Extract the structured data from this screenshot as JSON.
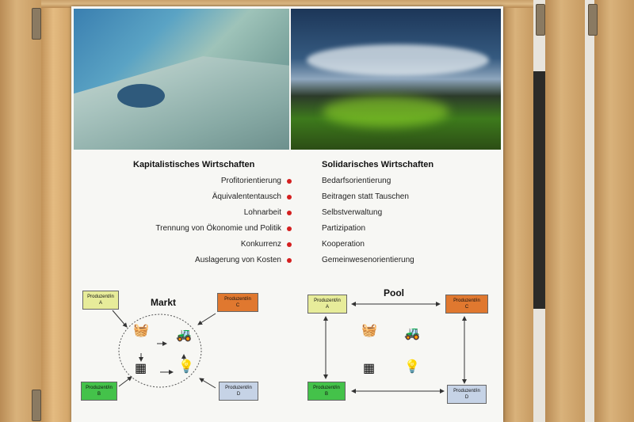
{
  "left_column": {
    "title": "Kapitalistisches Wirtschaften",
    "items": [
      "Profitorientierung",
      "Äquivalententausch",
      "Lohnarbeit",
      "Trennung von Ökonomie und Politik",
      "Konkurrenz",
      "Auslagerung von Kosten"
    ]
  },
  "right_column": {
    "title": "Solidarisches Wirtschaften",
    "items": [
      "Bedarfsorientierung",
      "Beitragen statt Tauschen",
      "Selbstverwaltung",
      "Partizipation",
      "Kooperation",
      "Gemeinwesenorientierung"
    ]
  },
  "market": {
    "title": "Markt",
    "producers": {
      "a": "Produzent/in\nA",
      "b": "Produzent/in\nB",
      "c": "Produzent/in\nC",
      "d": "Produzent/in\nD"
    }
  },
  "pool": {
    "title": "Pool",
    "producers": {
      "a": "Produzent/in\nA",
      "b": "Produzent/in\nB",
      "c": "Produzent/in\nC",
      "d": "Produzent/in\nD"
    }
  },
  "colors": {
    "accent_dot": "#d41f1f",
    "producer_a": "#e7ec9a",
    "producer_b": "#44c24a",
    "producer_c": "#e0782f",
    "producer_d": "#c6d3e6"
  },
  "icons": [
    "bread-basket-icon",
    "tractor-icon",
    "solar-panel-icon",
    "light-bulb-icon"
  ]
}
